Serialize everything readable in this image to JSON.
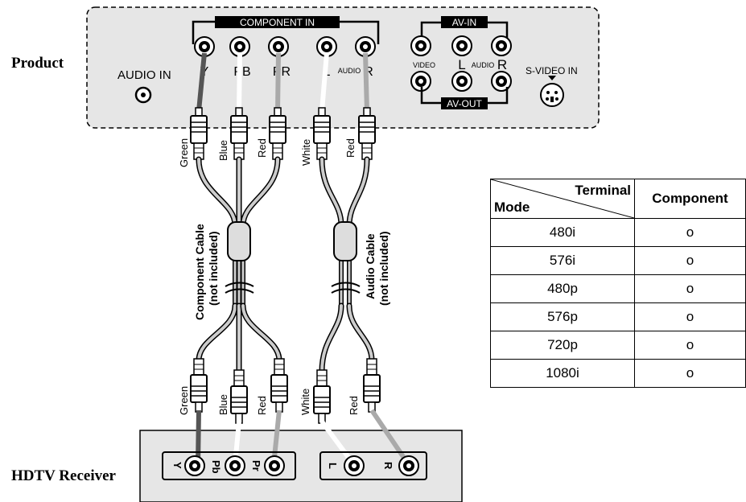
{
  "labels": {
    "product": "Product",
    "hdtv_receiver": "HDTV Receiver",
    "audio_in": "AUDIO IN",
    "component_in": "COMPONENT IN",
    "av_in": "AV-IN",
    "av_out": "AV-OUT",
    "s_video_in": "S-VIDEO IN",
    "video": "VIDEO",
    "audio": "AUDIO",
    "jack_y": "Y",
    "jack_pb": "PB",
    "jack_pr": "PR",
    "jack_l": "L",
    "jack_r": "R",
    "rx_y": "Y",
    "rx_pb": "Pb",
    "rx_pr": "Pr",
    "rx_l": "L",
    "rx_r": "R",
    "component_cable": "Component Cable",
    "component_cable_note": "(not included)",
    "audio_cable": "Audio Cable",
    "audio_cable_note": "(not included)"
  },
  "plug_colors_top": [
    "Green",
    "Blue",
    "Red",
    "White",
    "Red"
  ],
  "plug_colors_bottom": [
    "Green",
    "Blue",
    "Red",
    "White",
    "Red"
  ],
  "table": {
    "header_mode": "Mode",
    "header_terminal": "Terminal",
    "header_component": "Component",
    "rows": [
      {
        "mode": "480i",
        "component": "o"
      },
      {
        "mode": "576i",
        "component": "o"
      },
      {
        "mode": "480p",
        "component": "o"
      },
      {
        "mode": "576p",
        "component": "o"
      },
      {
        "mode": "720p",
        "component": "o"
      },
      {
        "mode": "1080i",
        "component": "o"
      }
    ]
  },
  "colors": {
    "panel_fill": "#e6e6e6",
    "wire_green": "#5a5a5a",
    "wire_blue": "#ffffff",
    "wire_red": "#a8a8a8"
  }
}
